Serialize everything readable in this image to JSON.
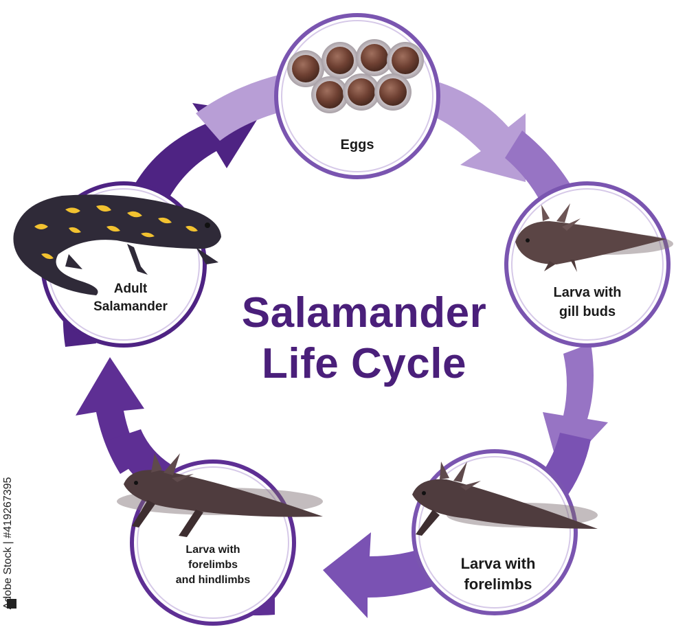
{
  "title": {
    "line1": "Salamander",
    "line2": "Life Cycle"
  },
  "stages": {
    "eggs": "Eggs",
    "gill_buds_1": "Larva with",
    "gill_buds_2": "gill buds",
    "forelimbs_1": "Larva with",
    "forelimbs_2": "forelimbs",
    "hindlimbs_1": "Larva with",
    "hindlimbs_2": "forelimbs",
    "hindlimbs_3": "and hindlimbs",
    "adult_1": "Adult",
    "adult_2": "Salamander"
  },
  "stock_credit": "Adobe Stock | #419267395",
  "colors": {
    "title": "#4a1f7a",
    "arrow_light": "#b89ed6",
    "arrow_mid": "#8c66bd",
    "arrow_dark": "#4e2383",
    "circle_border": "#7a55b0"
  }
}
